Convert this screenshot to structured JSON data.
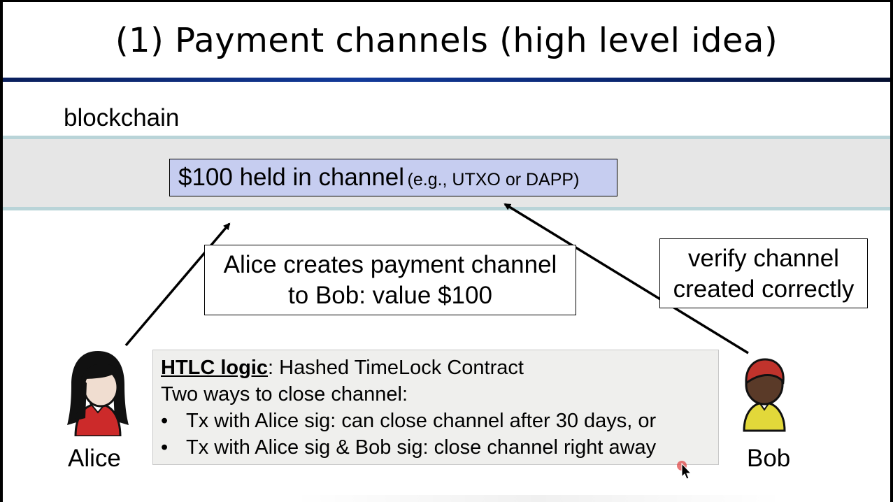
{
  "title": "(1)  Payment channels  (high level idea)",
  "blockchain": {
    "label": "blockchain",
    "channel_main": "$100 held in channel",
    "channel_sub": "(e.g., UTXO or DAPP)"
  },
  "create_box": {
    "line1": "Alice creates payment channel",
    "line2": "to Bob:  value $100"
  },
  "verify_box": {
    "line1": "verify channel",
    "line2": "created correctly"
  },
  "htlc": {
    "title": "HTLC logic",
    "title_rest": ":  Hashed TimeLock Contract",
    "intro": "Two ways to close channel:",
    "bullets": [
      "Tx with Alice sig:  can close channel after 30 days, or",
      "Tx with Alice sig & Bob sig: close channel right away"
    ]
  },
  "people": {
    "alice": "Alice",
    "bob": "Bob"
  },
  "colors": {
    "title_rule": "#123a9a",
    "channel_fill": "#c6cdf0",
    "band_fill": "#e6e6e6",
    "band_edge": "#b9d4d8",
    "alice_dress": "#cc2a2a",
    "bob_shirt": "#e2d83a",
    "bob_hair": "#c0332c"
  }
}
